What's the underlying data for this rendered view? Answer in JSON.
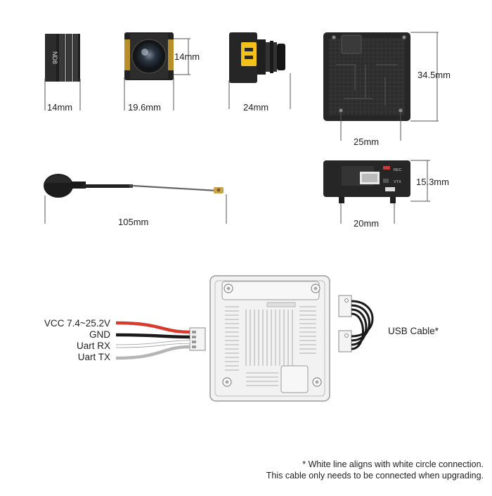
{
  "dimensions": {
    "nd_filter_width": "14mm",
    "camera_front_height": "14mm",
    "camera_front_width": "19.6mm",
    "camera_side_depth": "24mm",
    "vtx_top_height": "34.5mm",
    "vtx_top_width": "25mm",
    "vtx_side_height": "15.3mm",
    "vtx_side_width": "20mm",
    "antenna_length": "105mm"
  },
  "nd_filter": {
    "label": "ND8"
  },
  "vtx_side_labels": {
    "rec": "REC",
    "vtx": "VTX"
  },
  "wiring": {
    "wires": [
      {
        "label": "VCC 7.4~25.2V",
        "color": "#d83a2e"
      },
      {
        "label": "GND",
        "color": "#1a1a1a"
      },
      {
        "label": "Uart RX",
        "color": "#ffffff"
      },
      {
        "label": "Uart TX",
        "color": "#b5b5b5"
      }
    ],
    "usb_label": "USB Cable*"
  },
  "note": {
    "line1": "* White line aligns with white circle connection.",
    "line2": "This cable only needs to be connected when upgrading."
  },
  "colors": {
    "body_dark": "#2a2a2a",
    "metal_light": "#e9e9e9",
    "accent_yellow": "#f2c21b"
  }
}
